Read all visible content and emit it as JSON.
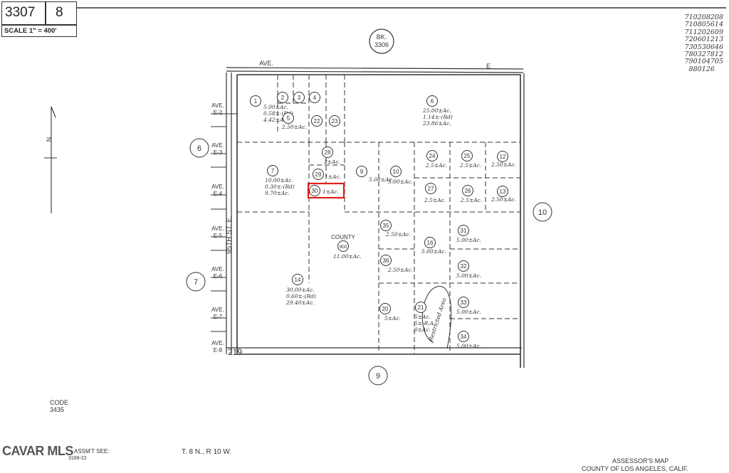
{
  "header": {
    "map_book": "3307",
    "map_page": "8",
    "scale": "SCALE 1\" = 400'"
  },
  "recording_numbers": [
    "710208208",
    "710805614",
    "711202609",
    "720601213",
    "730530646",
    "780327812",
    "790104705",
    "880126"
  ],
  "book_label": {
    "prefix": "BK.",
    "number": "3306"
  },
  "north_label": "N",
  "top_avenue": {
    "left": "AVE.",
    "right": "E"
  },
  "side_avenues": [
    "E-2",
    "E-3",
    "E-4",
    "E-5",
    "E-6",
    "E-7",
    "E-8"
  ],
  "side_avenue_prefix": "AVE.",
  "street_label": "95TH  ST. E.",
  "bottom_avenue_number": "219",
  "adjacent_pages": {
    "left_upper": "6",
    "left_lower": "7",
    "right": "10",
    "bottom": "9"
  },
  "parcels": [
    {
      "id": "1",
      "lines": [
        "5.00±Ac.",
        "0.58±-(Rd)",
        "4.42±Ac."
      ]
    },
    {
      "id": "2",
      "lines": []
    },
    {
      "id": "3",
      "lines": []
    },
    {
      "id": "4",
      "lines": []
    },
    {
      "id": "5",
      "lines": [
        "2.50±Ac."
      ]
    },
    {
      "id": "6",
      "lines": [
        "25.00±Ac.",
        "1.14±-(Rd)",
        "23.86±Ac."
      ]
    },
    {
      "id": "7",
      "lines": [
        "10.00±Ac.",
        "0.30±-(Rd)",
        "9.70±Ac."
      ]
    },
    {
      "id": "9",
      "lines": [
        "5.00±Ac."
      ]
    },
    {
      "id": "10",
      "lines": [
        "5.00±Ac."
      ]
    },
    {
      "id": "12",
      "lines": [
        "2.50±Ac."
      ]
    },
    {
      "id": "13",
      "lines": [
        "2.50±Ac."
      ]
    },
    {
      "id": "14",
      "lines": [
        "30.00±Ac.",
        "0.60±-(Rd)",
        "29.40±Ac."
      ]
    },
    {
      "id": "16",
      "lines": [
        "5.00±Ac."
      ]
    },
    {
      "id": "20",
      "lines": [
        "5±Ac."
      ]
    },
    {
      "id": "21",
      "lines": [
        "5±Ac.",
        "5±-R.A.",
        "0±Ac."
      ]
    },
    {
      "id": "22",
      "lines": []
    },
    {
      "id": "23",
      "lines": []
    },
    {
      "id": "24",
      "lines": [
        "2.5±Ac."
      ]
    },
    {
      "id": "25",
      "lines": [
        "2.5±Ac."
      ]
    },
    {
      "id": "26",
      "lines": [
        "2.5±Ac."
      ]
    },
    {
      "id": "27",
      "lines": [
        "2.5±Ac."
      ]
    },
    {
      "id": "28",
      "lines": [
        "2±Ac."
      ]
    },
    {
      "id": "29",
      "lines": [
        "1±Ac."
      ]
    },
    {
      "id": "30",
      "lines": [
        "1±Ac."
      ],
      "highlighted": true
    },
    {
      "id": "31",
      "lines": [
        "5.00±Ac."
      ]
    },
    {
      "id": "32",
      "lines": [
        "5.00±Ac."
      ]
    },
    {
      "id": "33",
      "lines": [
        "5.00±Ac."
      ]
    },
    {
      "id": "34",
      "lines": [
        "5.00±Ac."
      ]
    },
    {
      "id": "35",
      "lines": [
        "2.50±Ac."
      ]
    },
    {
      "id": "36",
      "lines": [
        "2.50±Ac."
      ]
    },
    {
      "id": "900",
      "lines": [
        "11.00±Ac."
      ],
      "owner": "COUNTY"
    }
  ],
  "restricted_area": "Restricted Area",
  "code": {
    "label": "CODE",
    "value": "3435"
  },
  "watermark": "CAVAR MLS",
  "footer_left": "ASSM'T SEE:",
  "footer_left_ref": "3168-22",
  "township": "T. 8 N., R 10 W.",
  "footer_title": "ASSESSOR'S MAP",
  "footer_subtitle": "COUNTY OF LOS ANGELES, CALIF.",
  "colors": {
    "highlight": "#e0201a",
    "ink": "#333333"
  }
}
